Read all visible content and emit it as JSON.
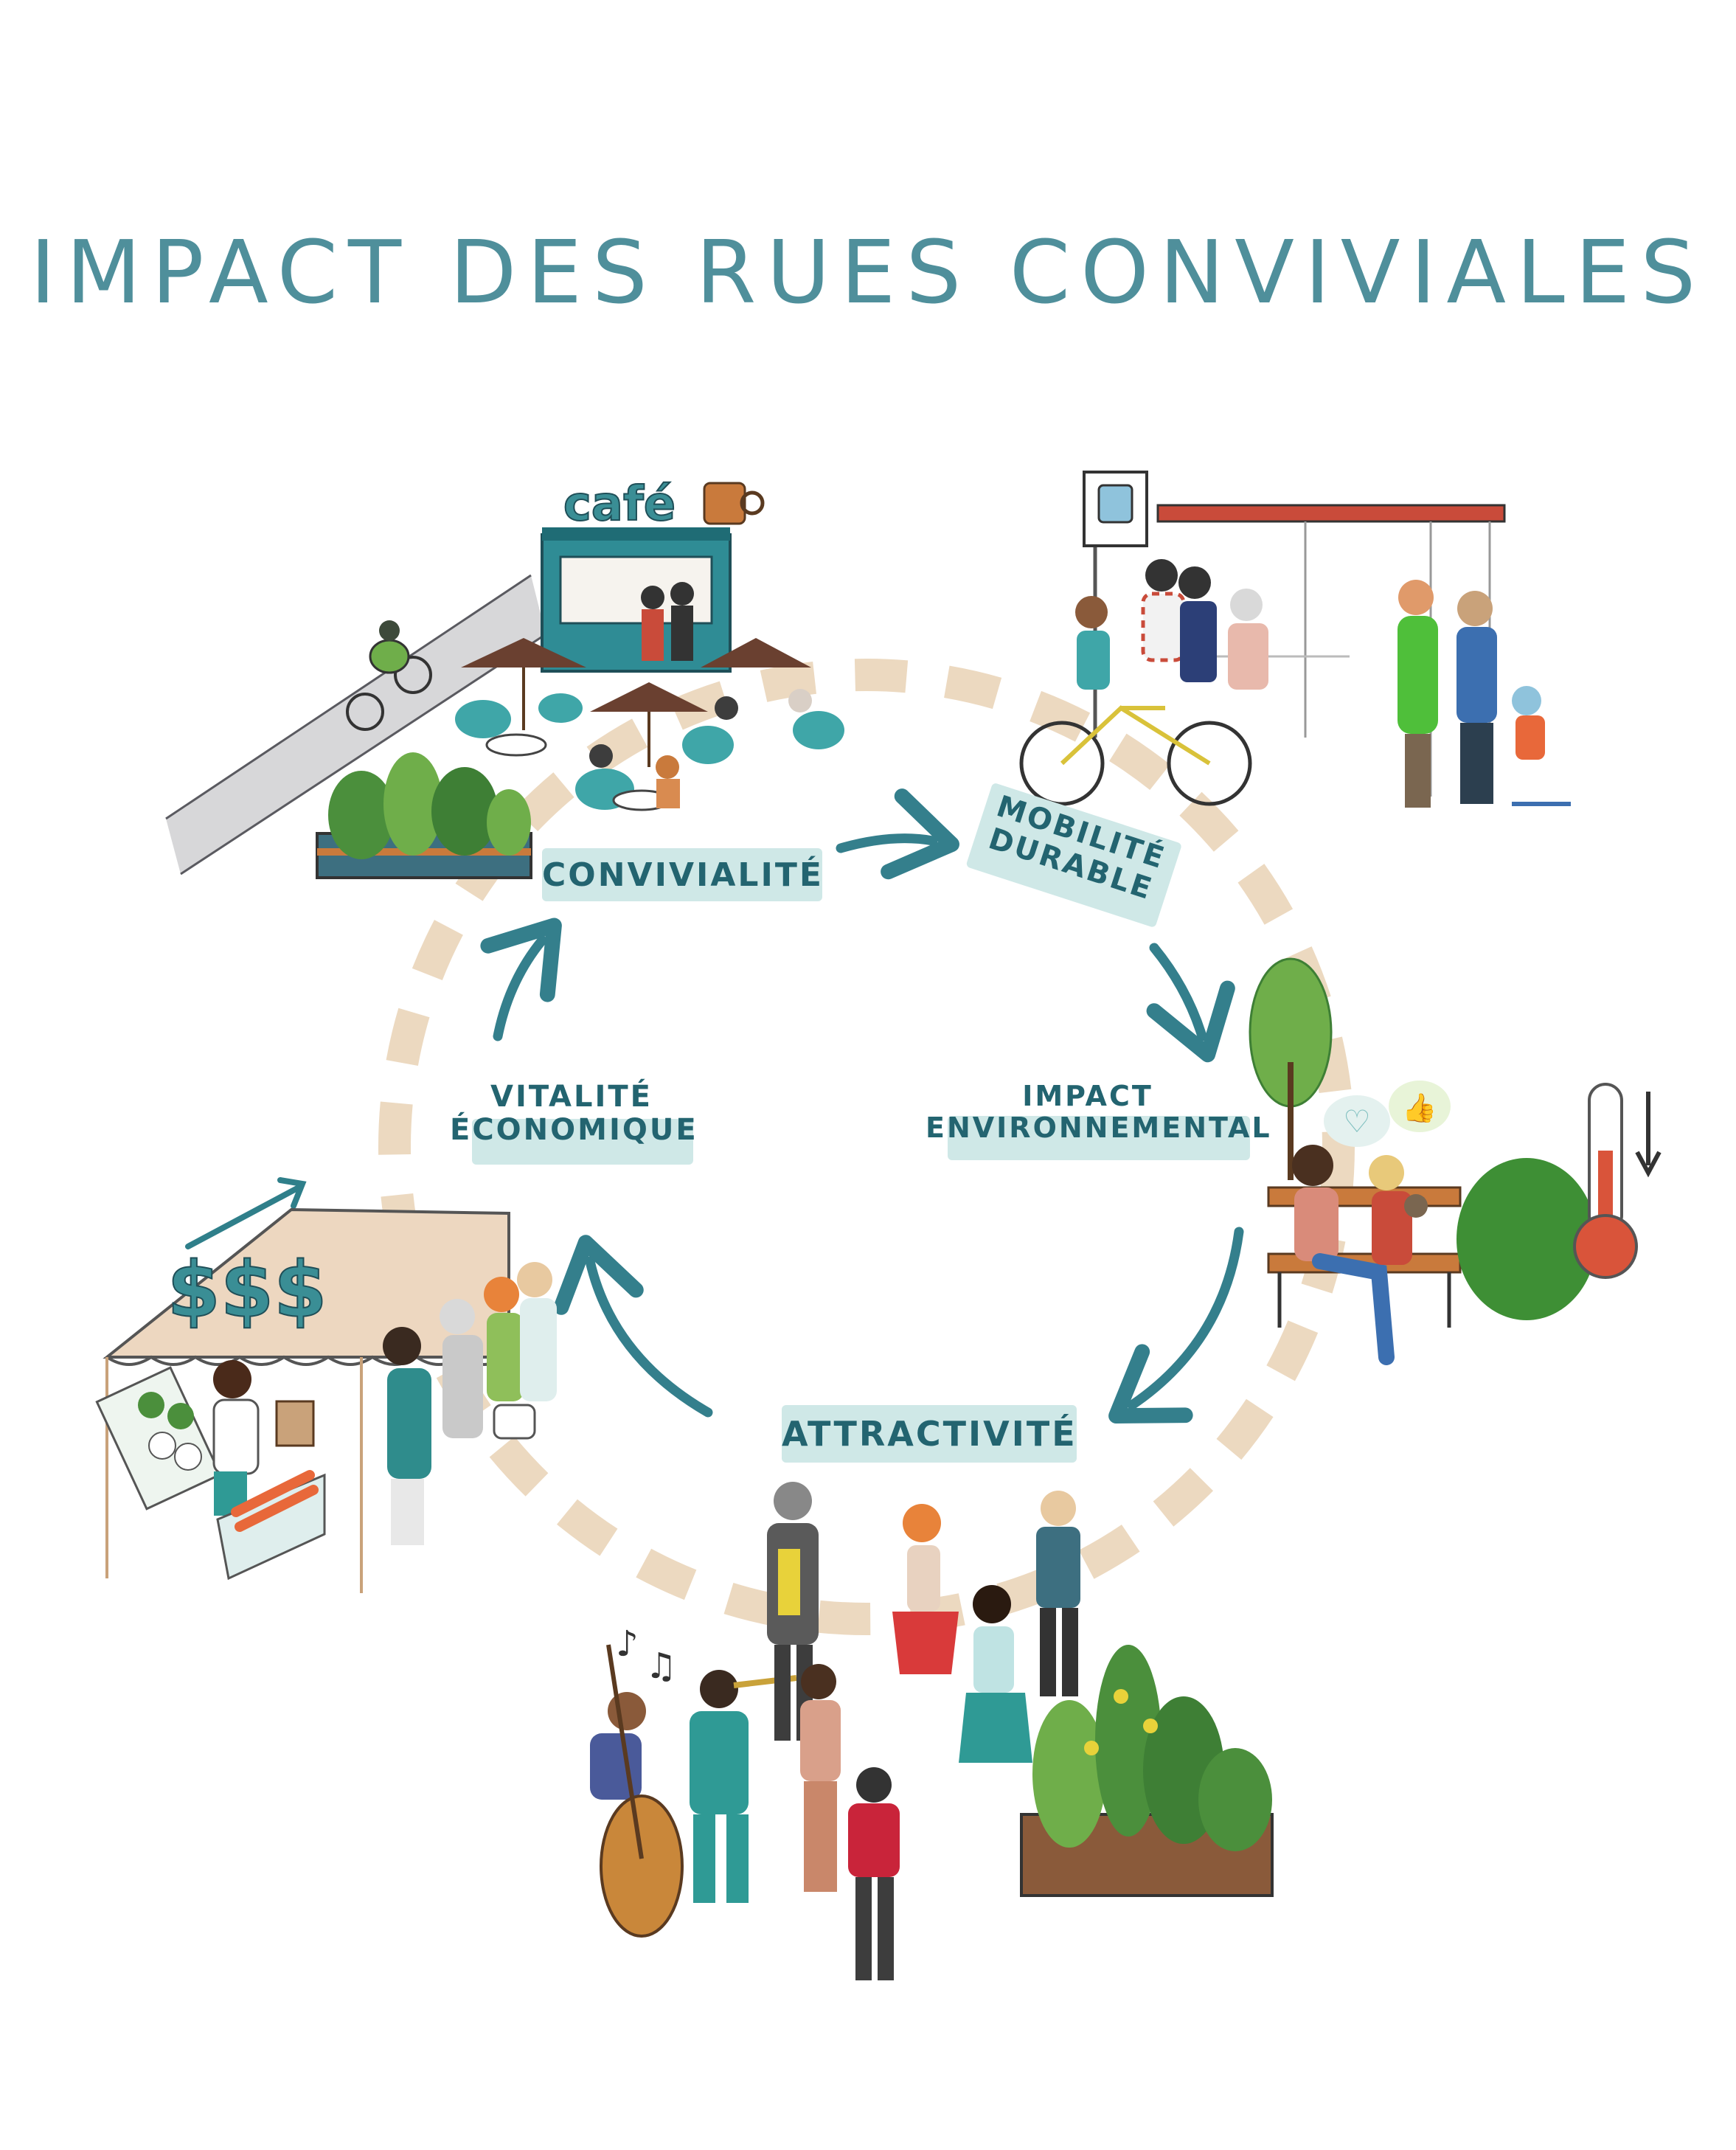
{
  "title": "IMPACT DES RUES CONVIVIALES",
  "cycle": {
    "labels": {
      "convivialite": "CONVIVIALITÉ",
      "mobilite": [
        "MOBILITÉ",
        "DURABLE"
      ],
      "impact": [
        "IMPACT",
        "ENVIRONNEMENTAL"
      ],
      "attractivite": "ATTRACTIVITÉ",
      "vitalite": [
        "VITALITÉ",
        "ÉCONOMIQUE"
      ]
    }
  },
  "illustrations": {
    "cafe_sign": "café",
    "market_sign": "$$$"
  },
  "colors": {
    "title": "#4f8f9b",
    "label_text": "#236470",
    "label_band": "#cfe8e7",
    "arrow": "#347f8c",
    "dash_ring": "#ecd9c0",
    "accent_teal": "#2f8c95",
    "accent_red": "#c94b3a",
    "accent_green": "#6fae4a"
  },
  "icons": [
    "cafe-scene",
    "bus-stop-scene",
    "bench-scene",
    "street-crowd-scene",
    "market-stall-scene",
    "bus-icon",
    "thermometer-icon",
    "heart-icon",
    "thumbs-up-icon",
    "coffee-cup-icon",
    "trend-arrow-icon",
    "music-note-icon"
  ]
}
